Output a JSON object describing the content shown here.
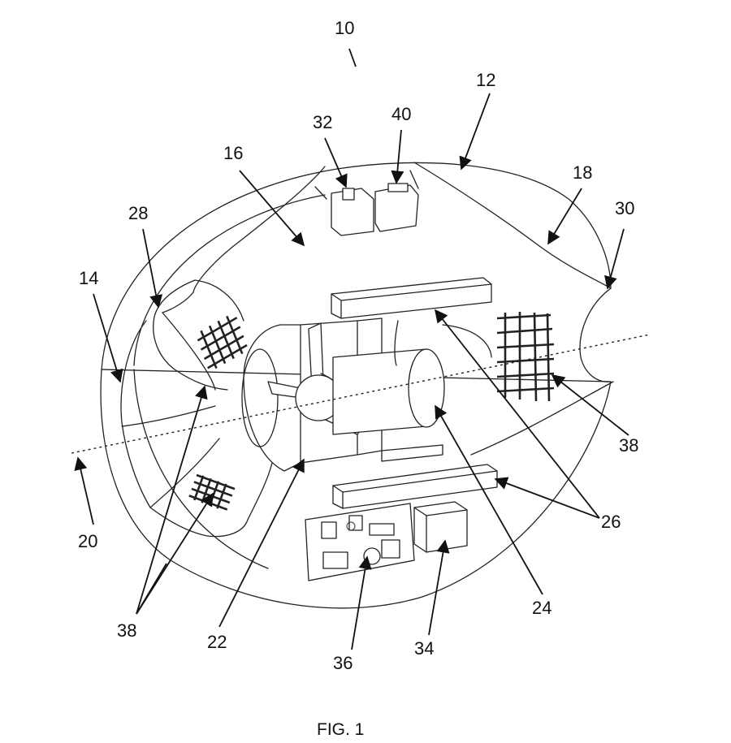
{
  "figure": {
    "caption": "FIG. 1",
    "refs": {
      "r10": "10",
      "r12": "12",
      "r14": "14",
      "r16": "16",
      "r18": "18",
      "r20": "20",
      "r22": "22",
      "r24": "24",
      "r26": "26",
      "r28": "28",
      "r30": "30",
      "r32": "32",
      "r34": "34",
      "r36": "36",
      "r38a": "38",
      "r38b": "38",
      "r40": "40"
    }
  }
}
